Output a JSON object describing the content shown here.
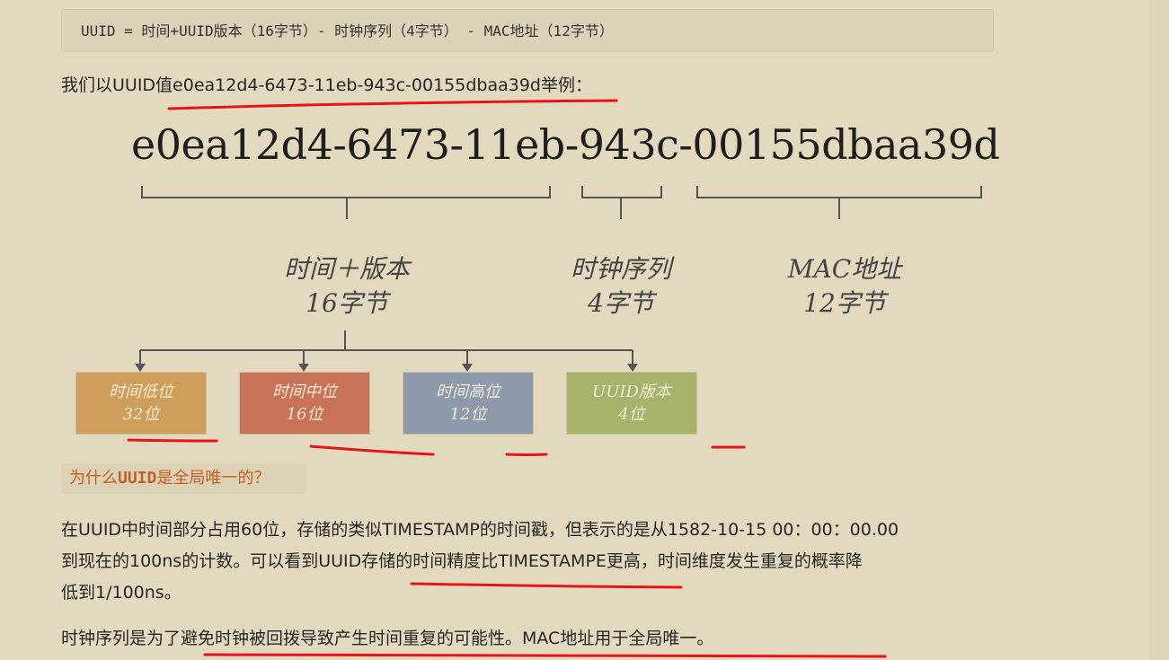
{
  "code_line": "UUID = 时间+UUID版本（16字节）- 时钟序列（4字节） - MAC地址（12字节）",
  "intro": "我们以UUID值e0ea12d4-6473-11eb-943c-00155dbaa39d举例：",
  "diagram": {
    "uuid": "e0ea12d4-6473-11eb-943c-00155dbaa39d",
    "groups": [
      {
        "line1": "时间＋版本",
        "line2": "16字节"
      },
      {
        "line1": "时钟序列",
        "line2": "4字节"
      },
      {
        "line1": "MAC地址",
        "line2": "12字节"
      }
    ],
    "parts": [
      {
        "line1": "时间低位",
        "line2": "32位",
        "color": "#cf9e5a"
      },
      {
        "line1": "时间中位",
        "line2": "16位",
        "color": "#c87258"
      },
      {
        "line1": "时间高位",
        "line2": "12位",
        "color": "#8e9aac"
      },
      {
        "line1": "UUID版本",
        "line2": "4位",
        "color": "#a6b36a"
      }
    ]
  },
  "question": {
    "prefix": "为什么",
    "code": "UUID",
    "suffix": "是全局唯一的？"
  },
  "paragraph": [
    "在UUID中时间部分占用60位，存储的类似TIMESTAMP的时间戳，但表示的是从1582-10-15 00：00：00.00",
    "到现在的100ns的计数。可以看到UUID存储的时间精度比TIMESTAMPE更高，时间维度发生重复的概率降",
    "低到1/100ns。"
  ],
  "last_paragraph": "时钟序列是为了避免时钟被回拨导致产生时间重复的可能性。MAC地址用于全局唯一。",
  "annotation_color": "#e8141b"
}
